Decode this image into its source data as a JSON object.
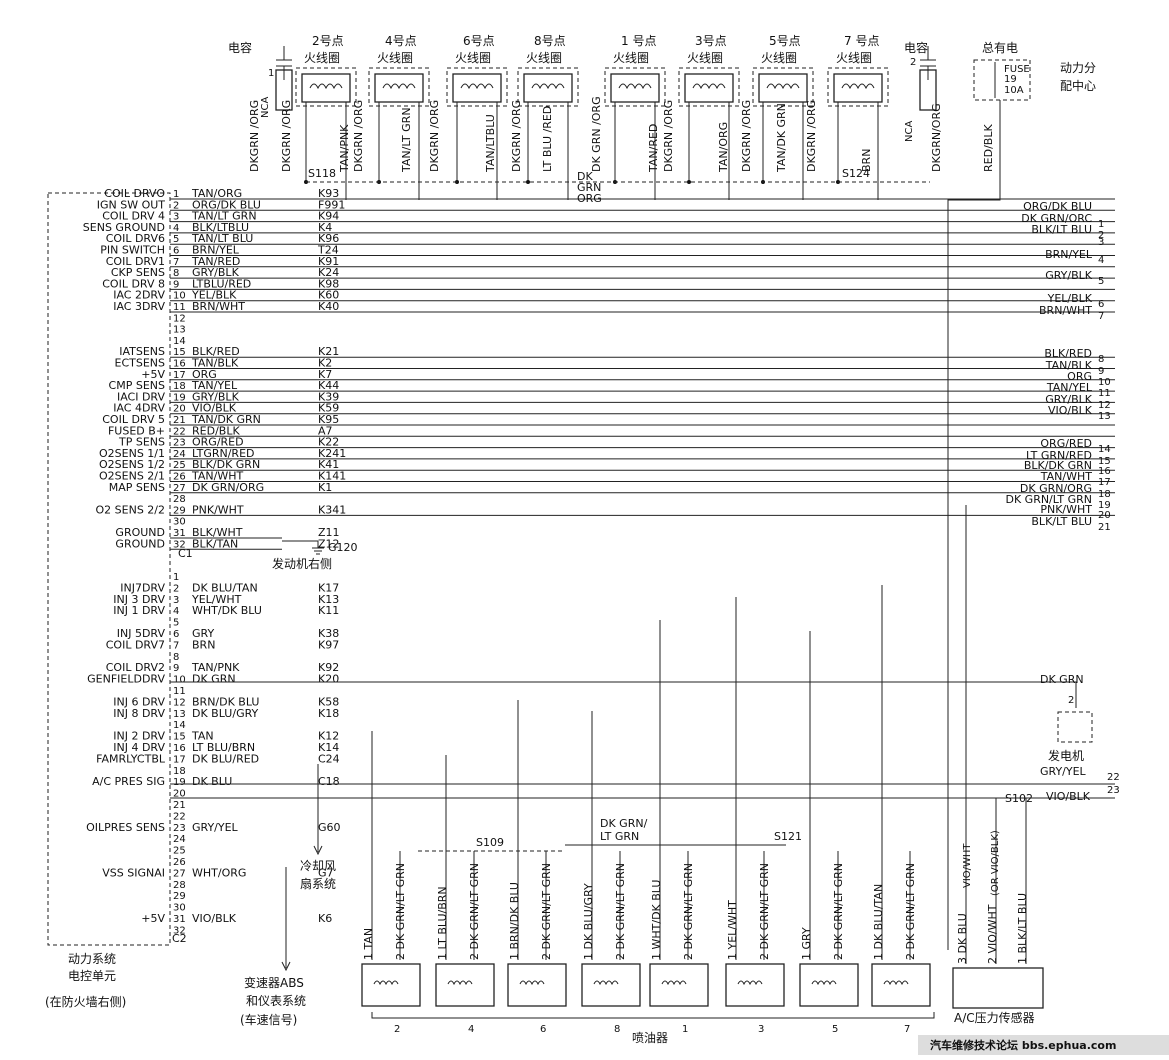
{
  "ecu": {
    "title_line1": "动力系统",
    "title_line2": "电控单元",
    "title_line3": "(在防火墙右侧)"
  },
  "top": {
    "cap_left": "电容",
    "cap_right": "电容",
    "power": "总有电",
    "fuse_label": "FUSE",
    "fuse_num": "19",
    "fuse_amp": "10A",
    "pdc_line1": "动力分",
    "pdc_line2": "配中心",
    "nca": "NCA",
    "coils": [
      {
        "l1": "2号点",
        "l2": "火线圈"
      },
      {
        "l1": "4号点",
        "l2": "火线圈"
      },
      {
        "l1": "6号点",
        "l2": "火线圈"
      },
      {
        "l1": "8号点",
        "l2": "火线圈"
      },
      {
        "l1": "1 号点",
        "l2": "火线圈"
      },
      {
        "l1": "3号点",
        "l2": "火线圈"
      },
      {
        "l1": "5号点",
        "l2": "火线圈"
      },
      {
        "l1": "7 号点",
        "l2": "火线圈"
      }
    ],
    "vwires": [
      "DKGRN /ORG",
      "DKGRN /ORG",
      "TAN/PNK",
      "DKGRN /ORG",
      "TAN/LT GRN",
      "DKGRN /ORG",
      "TAN/LTBLU",
      "DKGRN /ORG",
      "LT BLU /RED",
      "DK GRN /ORG",
      "TAN/RED",
      "DKGRN /ORG",
      "TAN/ORG",
      "DKGRN /ORG",
      "TAN/DK GRN",
      "DKGRN /ORG",
      "BRN",
      "DKGRN/ORG",
      "RED/BLK"
    ],
    "splice_s118": "S118",
    "splice_s124": "S124",
    "dk_grn_org": [
      "DK",
      "GRN",
      "ORG"
    ]
  },
  "ecu_pins_a": [
    {
      "func": "COIL DRVO",
      "n": "1",
      "wire": "TAN/ORG",
      "cid": "K93"
    },
    {
      "func": "IGN SW OUT",
      "n": "2",
      "wire": "ORG/DK BLU",
      "cid": "F991"
    },
    {
      "func": "COIL DRV 4",
      "n": "3",
      "wire": "TAN/LT GRN",
      "cid": "K94"
    },
    {
      "func": "SENS GROUND",
      "n": "4",
      "wire": "BLK/LTBLU",
      "cid": "K4"
    },
    {
      "func": "COIL DRV6",
      "n": "5",
      "wire": "TAN/LT BLU",
      "cid": "K96"
    },
    {
      "func": "PIN SWITCH",
      "n": "6",
      "wire": "BRN/YEL",
      "cid": "T24"
    },
    {
      "func": "COIL DRV1",
      "n": "7",
      "wire": "TAN/RED",
      "cid": "K91"
    },
    {
      "func": "CKP SENS",
      "n": "8",
      "wire": "GRY/BLK",
      "cid": "K24"
    },
    {
      "func": "COIL DRV 8",
      "n": "9",
      "wire": "LTBLU/RED",
      "cid": "K98"
    },
    {
      "func": "IAC 2DRV",
      "n": "10",
      "wire": "YEL/BLK",
      "cid": "K60"
    },
    {
      "func": "IAC 3DRV",
      "n": "11",
      "wire": "BRN/WHT",
      "cid": "K40"
    },
    {
      "func": "",
      "n": "12",
      "wire": "",
      "cid": ""
    },
    {
      "func": "",
      "n": "13",
      "wire": "",
      "cid": ""
    },
    {
      "func": "",
      "n": "14",
      "wire": "",
      "cid": ""
    },
    {
      "func": "IATSENS",
      "n": "15",
      "wire": "BLK/RED",
      "cid": "K21"
    },
    {
      "func": "ECTSENS",
      "n": "16",
      "wire": "TAN/BLK",
      "cid": "K2"
    },
    {
      "func": "+5V",
      "n": "17",
      "wire": "ORG",
      "cid": "K7"
    },
    {
      "func": "CMP SENS",
      "n": "18",
      "wire": "TAN/YEL",
      "cid": "K44"
    },
    {
      "func": "IACI DRV",
      "n": "19",
      "wire": "GRY/BLK",
      "cid": "K39"
    },
    {
      "func": "IAC 4DRV",
      "n": "20",
      "wire": "VIO/BLK",
      "cid": "K59"
    },
    {
      "func": "COIL DRV 5",
      "n": "21",
      "wire": "TAN/DK GRN",
      "cid": "K95"
    },
    {
      "func": "FUSED B+",
      "n": "22",
      "wire": "RED/BLK",
      "cid": "A7"
    },
    {
      "func": "TP SENS",
      "n": "23",
      "wire": "ORG/RED",
      "cid": "K22"
    },
    {
      "func": "O2SENS 1/1",
      "n": "24",
      "wire": "LTGRN/RED",
      "cid": "K241"
    },
    {
      "func": "O2SENS 1/2",
      "n": "25",
      "wire": "BLK/DK GRN",
      "cid": "K41"
    },
    {
      "func": "O2SENS 2/1",
      "n": "26",
      "wire": "TAN/WHT",
      "cid": "K141"
    },
    {
      "func": "MAP SENS",
      "n": "27",
      "wire": "DK GRN/ORG",
      "cid": "K1"
    },
    {
      "func": "",
      "n": "28",
      "wire": "",
      "cid": ""
    },
    {
      "func": "O2 SENS 2/2",
      "n": "29",
      "wire": "PNK/WHT",
      "cid": "K341"
    },
    {
      "func": "",
      "n": "30",
      "wire": "",
      "cid": ""
    },
    {
      "func": "GROUND",
      "n": "31",
      "wire": "BLK/WHT",
      "cid": "Z11"
    },
    {
      "func": "GROUND",
      "n": "32",
      "wire": "BLK/TAN",
      "cid": "Z12"
    }
  ],
  "c1": "C1",
  "c2": "C2",
  "ground_g120": "G120",
  "engine_right": "发动机右侧",
  "ecu_pins_b": [
    {
      "func": "",
      "n": "1",
      "wire": "",
      "cid": ""
    },
    {
      "func": "INJ7DRV",
      "n": "2",
      "wire": "DK BLU/TAN",
      "cid": "K17"
    },
    {
      "func": "INJ 3 DRV",
      "n": "3",
      "wire": "YEL/WHT",
      "cid": "K13"
    },
    {
      "func": "INJ 1 DRV",
      "n": "4",
      "wire": "WHT/DK BLU",
      "cid": "K11"
    },
    {
      "func": "",
      "n": "5",
      "wire": "",
      "cid": ""
    },
    {
      "func": "INJ 5DRV",
      "n": "6",
      "wire": "GRY",
      "cid": "K38"
    },
    {
      "func": "COIL DRV7",
      "n": "7",
      "wire": "BRN",
      "cid": "K97"
    },
    {
      "func": "",
      "n": "8",
      "wire": "",
      "cid": ""
    },
    {
      "func": "COIL DRV2",
      "n": "9",
      "wire": "TAN/PNK",
      "cid": "K92"
    },
    {
      "func": "GENFIELDDRV",
      "n": "10",
      "wire": "DK GRN",
      "cid": "K20"
    },
    {
      "func": "",
      "n": "11",
      "wire": "",
      "cid": ""
    },
    {
      "func": "INJ 6 DRV",
      "n": "12",
      "wire": "BRN/DK BLU",
      "cid": "K58"
    },
    {
      "func": "INJ 8 DRV",
      "n": "13",
      "wire": "DK BLU/GRY",
      "cid": "K18"
    },
    {
      "func": "",
      "n": "14",
      "wire": "",
      "cid": ""
    },
    {
      "func": "INJ 2 DRV",
      "n": "15",
      "wire": "TAN",
      "cid": "K12"
    },
    {
      "func": "INJ 4 DRV",
      "n": "16",
      "wire": "LT BLU/BRN",
      "cid": "K14"
    },
    {
      "func": "FAMRLYCTBL",
      "n": "17",
      "wire": "DK BLU/RED",
      "cid": "C24"
    },
    {
      "func": "",
      "n": "18",
      "wire": "",
      "cid": ""
    },
    {
      "func": "A/C PRES SIG",
      "n": "19",
      "wire": "DK BLU",
      "cid": "C18"
    },
    {
      "func": "",
      "n": "20",
      "wire": "",
      "cid": ""
    },
    {
      "func": "",
      "n": "21",
      "wire": "",
      "cid": ""
    },
    {
      "func": "",
      "n": "22",
      "wire": "",
      "cid": ""
    },
    {
      "func": "OILPRES SENS",
      "n": "23",
      "wire": "GRY/YEL",
      "cid": "G60"
    },
    {
      "func": "",
      "n": "24",
      "wire": "",
      "cid": ""
    },
    {
      "func": "",
      "n": "25",
      "wire": "",
      "cid": ""
    },
    {
      "func": "",
      "n": "26",
      "wire": "",
      "cid": ""
    },
    {
      "func": "VSS SIGNAI",
      "n": "27",
      "wire": "WHT/ORG",
      "cid": "G7"
    },
    {
      "func": "",
      "n": "28",
      "wire": "",
      "cid": ""
    },
    {
      "func": "",
      "n": "29",
      "wire": "",
      "cid": ""
    },
    {
      "func": "",
      "n": "30",
      "wire": "",
      "cid": ""
    },
    {
      "func": "+5V",
      "n": "31",
      "wire": "VIO/BLK",
      "cid": "K6"
    },
    {
      "func": "",
      "n": "32",
      "wire": "",
      "cid": ""
    }
  ],
  "right_wires": [
    {
      "name": "ORG/DK BLU",
      "n": ""
    },
    {
      "name": "DK GRN/ORC",
      "n": "1"
    },
    {
      "name": "BLK/LT BLU",
      "n": "2"
    },
    {
      "name": "",
      "n": "3"
    },
    {
      "name": "BRN/YEL",
      "n": "4"
    },
    {
      "name": "GRY/BLK",
      "n": "5"
    },
    {
      "name": "YEL/BLK",
      "n": "6"
    },
    {
      "name": "BRN/WHT",
      "n": "7"
    },
    {
      "name": "BLK/RED",
      "n": "8"
    },
    {
      "name": "TAN/BLK",
      "n": "9"
    },
    {
      "name": "ORG",
      "n": "10"
    },
    {
      "name": "TAN/YEL",
      "n": "11"
    },
    {
      "name": "GRY/BLK",
      "n": "12"
    },
    {
      "name": "VIO/BLK",
      "n": "13"
    },
    {
      "name": "ORG/RED",
      "n": "14"
    },
    {
      "name": "LT GRN/RED",
      "n": "15"
    },
    {
      "name": "BLK/DK GRN",
      "n": "16"
    },
    {
      "name": "TAN/WHT",
      "n": "17"
    },
    {
      "name": "DK GRN/ORG",
      "n": "18"
    },
    {
      "name": "DK GRN/LT GRN",
      "n": "19"
    },
    {
      "name": "PNK/WHT",
      "n": "20"
    },
    {
      "name": "BLK/LT BLU",
      "n": "21"
    }
  ],
  "alternator": {
    "wire": "DK GRN",
    "pin": "2",
    "label": "发电机",
    "w22": "GRY/YEL",
    "n22": "22",
    "w23": "VIO/BLK",
    "n23": "23",
    "splice": "S102"
  },
  "fan": {
    "l1": "冷却风",
    "l2": "扇系统"
  },
  "vss_dest": {
    "l1": "变速器ABS",
    "l2": "和仪表系统",
    "l3": "(车速信号)"
  },
  "injector_area": {
    "s109": "S109",
    "s121": "S121",
    "dk_grn_lt_grn_1": "DK GRN/",
    "dk_grn_lt_grn_2": "LT GRN",
    "title": "喷油器"
  },
  "inj_wires": [
    "1 TAN",
    "2 DK GRN/LT GRN",
    "1 LT BLU/BRN",
    "2 DK GRN/LT GRN",
    "1 BRN/DK BLU",
    "2 DK GRN/LT GRN",
    "1 DK BLU/GRY",
    "2 DK GRN/LT GRN",
    "1 WHT/DK BLU",
    "2 DK GRN/LT GRN",
    "1 YEL/WHT",
    "2 DK GRN/LT GRN",
    "1 GRY",
    "2 DK GRN/LT GRN",
    "1 DK BLU/TAN",
    "2 DK GRN/LT GRN"
  ],
  "injectors": [
    "2",
    "4",
    "6",
    "8",
    "1",
    "3",
    "5",
    "7"
  ],
  "ac_sensor": {
    "w3": "3 DK BLU",
    "w2": "2 VIO/WHT",
    "w1": "1 BLK/LT BLU",
    "top": "VIO/WHT",
    "top2": "(OR VIO/BLK)",
    "label": "A/C压力传感器"
  },
  "footer": "汽车维修技术论坛 bbs.ephua.com"
}
